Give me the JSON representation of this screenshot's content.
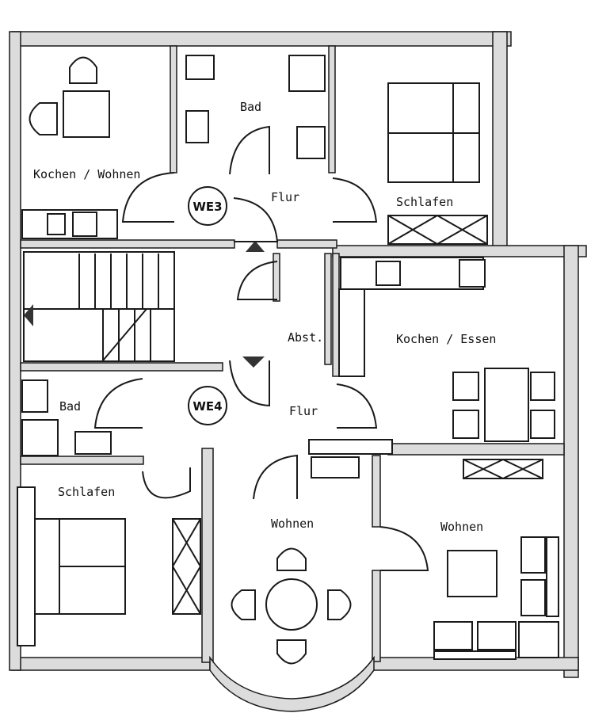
{
  "plan": {
    "units": [
      {
        "id": "WE3",
        "rooms": [
          "Kochen / Wohnen",
          "Bad",
          "Flur",
          "Schlafen"
        ]
      },
      {
        "id": "WE4",
        "rooms": [
          "Bad",
          "Flur",
          "Kochen / Essen",
          "Schlafen",
          "Wohnen",
          "Wohnen"
        ]
      }
    ],
    "labels": {
      "we3_kochen_wohnen": "Kochen / Wohnen",
      "we3_bad": "Bad",
      "we3_flur": "Flur",
      "we3_id": "WE3",
      "we3_schlafen": "Schlafen",
      "abst": "Abst.",
      "kochen_essen": "Kochen / Essen",
      "we4_bad": "Bad",
      "we4_id": "WE4",
      "we4_flur": "Flur",
      "we4_schlafen": "Schlafen",
      "wohnen_left": "Wohnen",
      "wohnen_right": "Wohnen"
    }
  }
}
